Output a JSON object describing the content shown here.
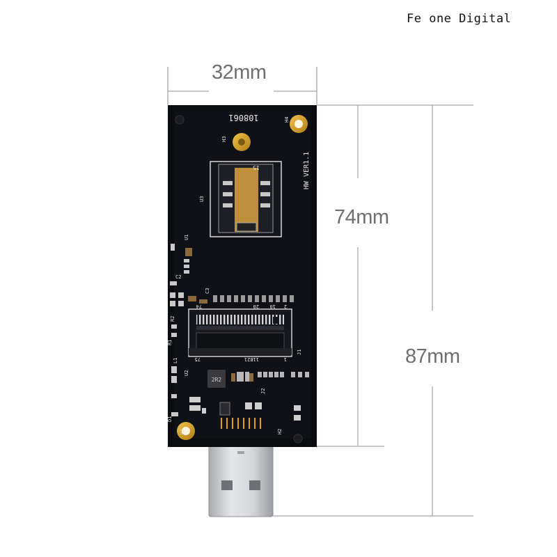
{
  "watermark": "Fe one Digital",
  "dimensions": {
    "width": "32mm",
    "board_length": "74mm",
    "total_length": "87mm"
  },
  "board": {
    "silkscreen": {
      "part_number": "108061",
      "version": "HW VER1.1",
      "sim_slot": "15",
      "refs": [
        "H3",
        "H4",
        "H1",
        "H2",
        "U3",
        "U1",
        "U2",
        "J1",
        "J2",
        "C3",
        "C2",
        "R1",
        "R2",
        "D1",
        "L1"
      ],
      "slot_labels": [
        "74",
        "20",
        "1",
        "75",
        "11B21",
        "2",
        "10"
      ]
    },
    "inductor_label": "2R2",
    "colors": {
      "pcb": "#0b0c10",
      "silkscreen": "#e8e8e8",
      "gold": "#d8a22a",
      "usb_metal": "#c9cbcf",
      "usb_tongue": "#1f4fa8"
    }
  }
}
